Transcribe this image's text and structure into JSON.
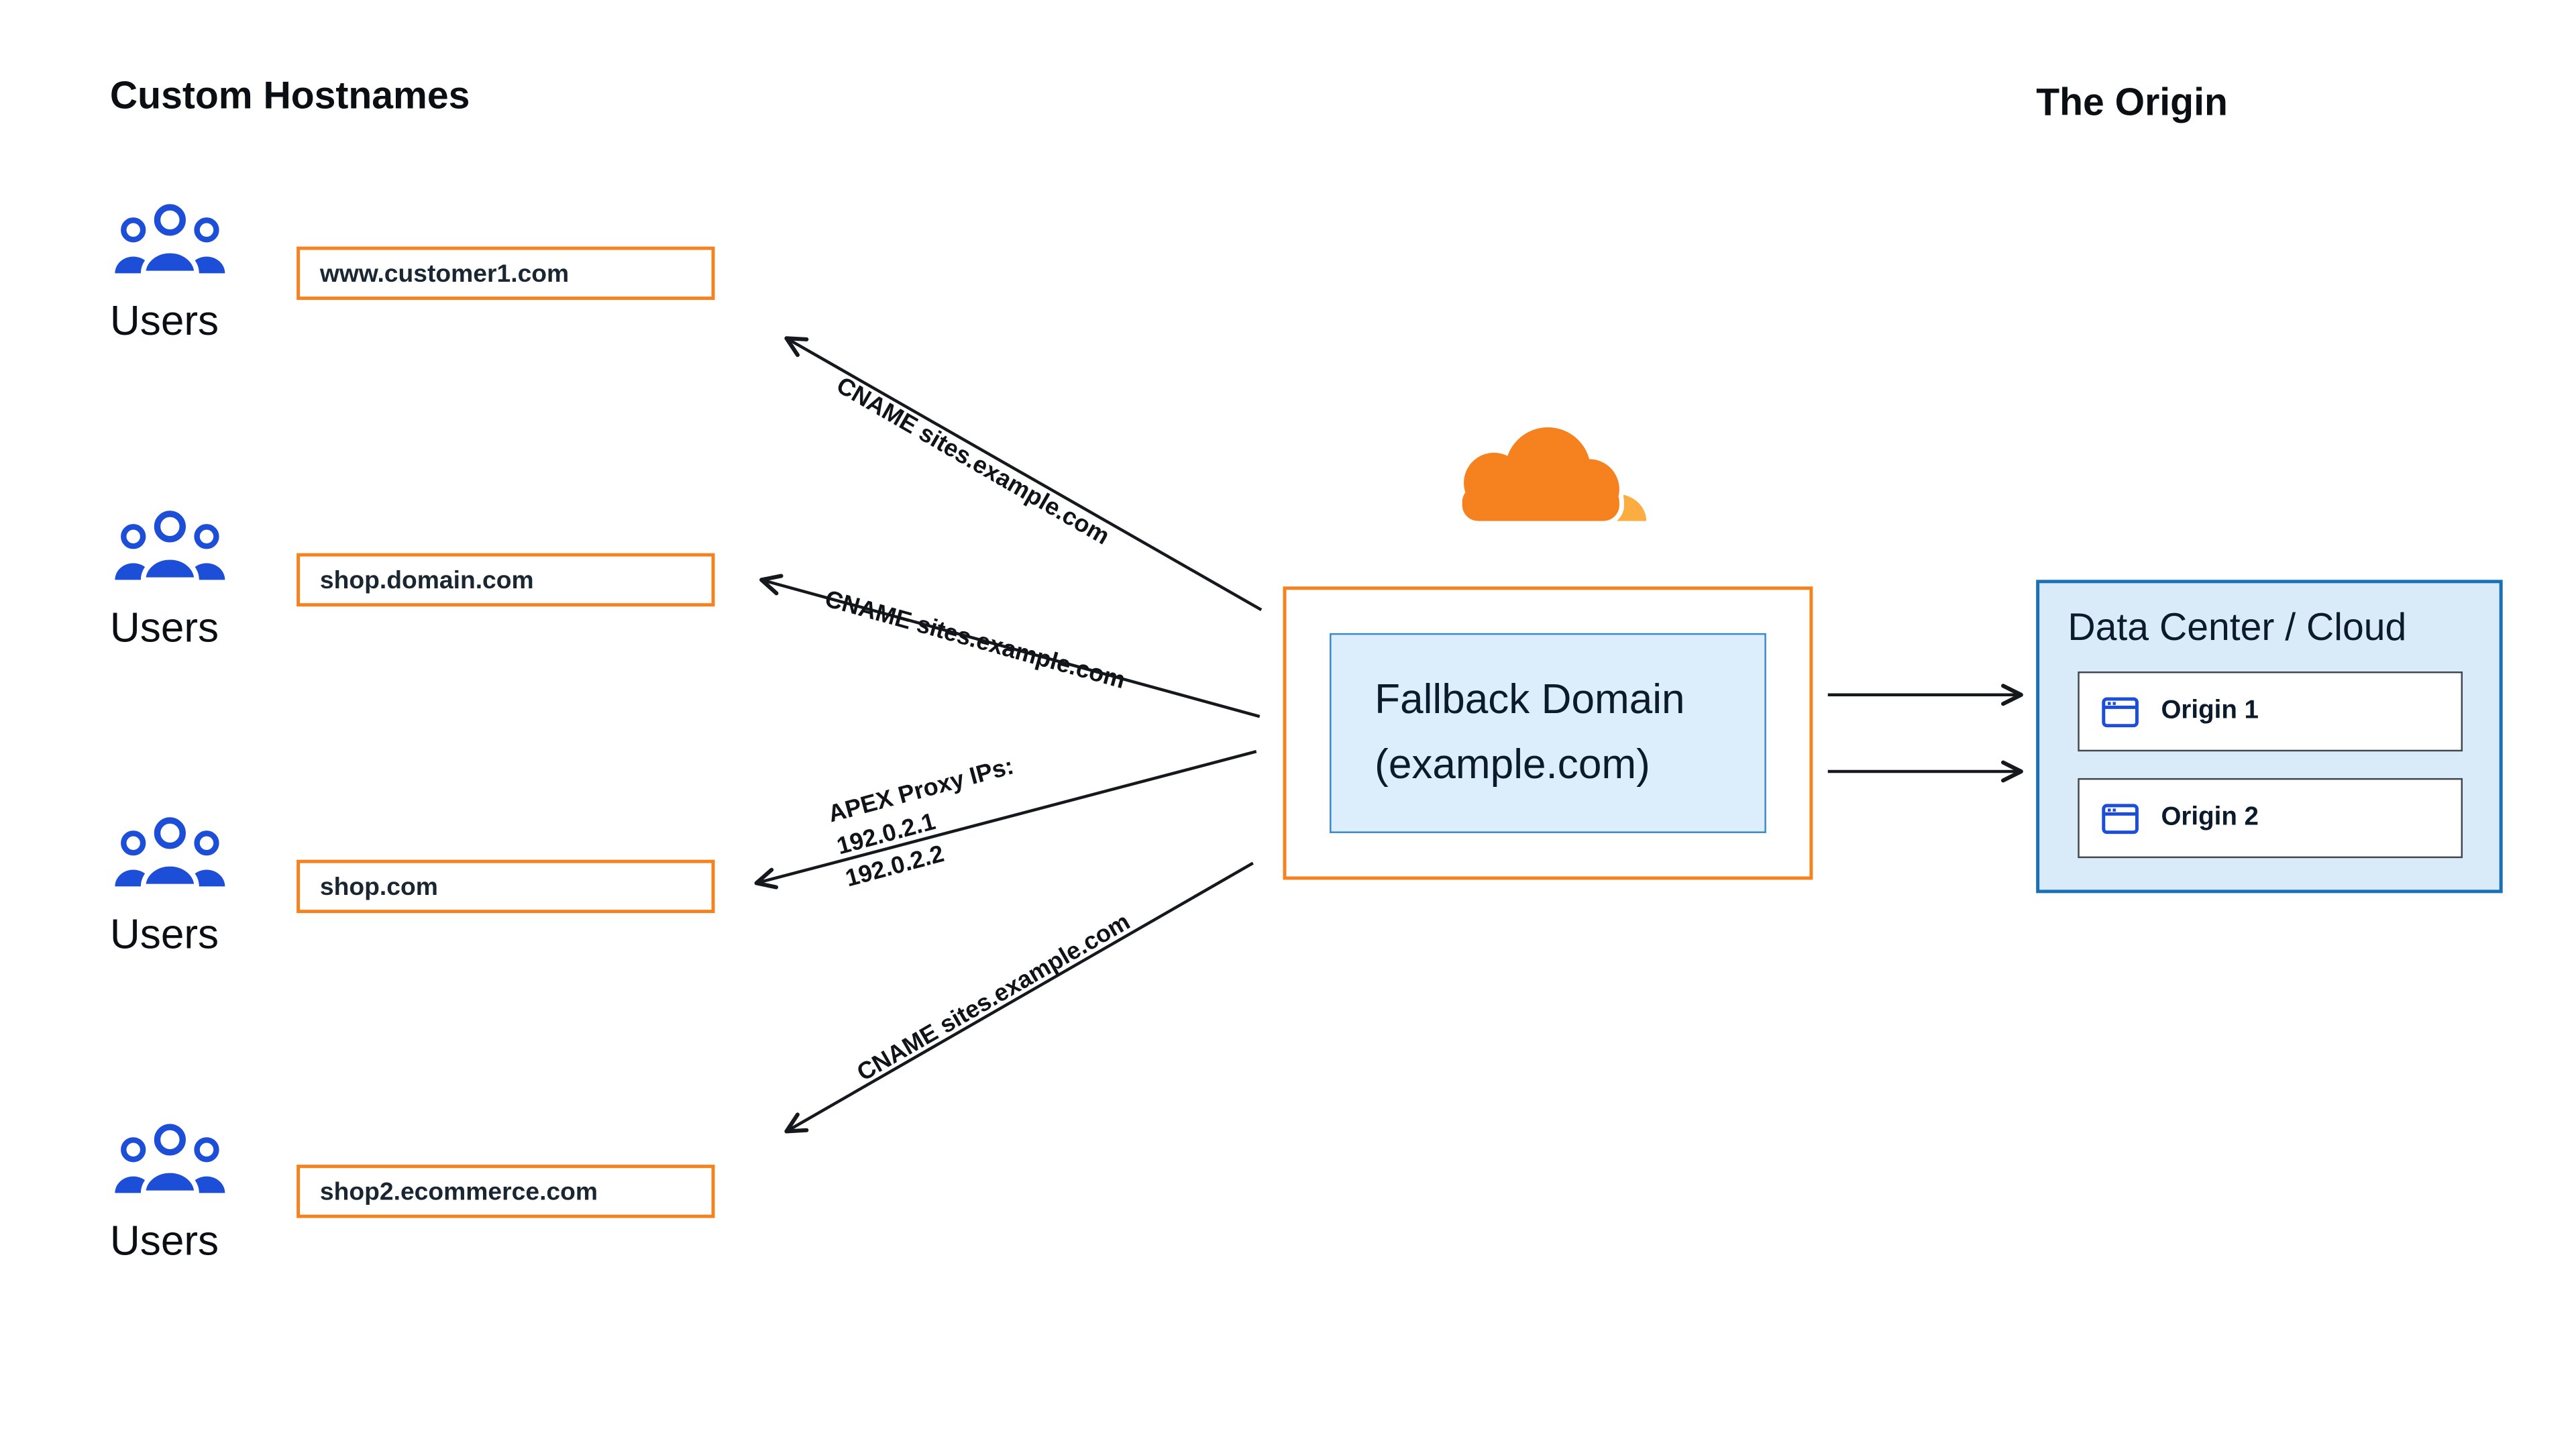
{
  "headings": {
    "custom_hostnames": "Custom Hostnames",
    "the_origin": "The Origin"
  },
  "labels": {
    "users": "Users"
  },
  "hostnames": [
    {
      "label": "www.customer1.com"
    },
    {
      "label": "shop.domain.com"
    },
    {
      "label": "shop.com"
    },
    {
      "label": "shop2.ecommerce.com"
    }
  ],
  "edges": [
    {
      "label": "CNAME sites.example.com"
    },
    {
      "label": "CNAME sites.example.com"
    },
    {
      "lines": [
        "APEX Proxy IPs:",
        "192.0.2.1",
        "192.0.2.2"
      ]
    },
    {
      "label": "CNAME sites.example.com"
    }
  ],
  "fallback": {
    "line1": "Fallback Domain",
    "line2": "(example.com)"
  },
  "origin": {
    "title": "Data Center / Cloud",
    "items": [
      {
        "label": "Origin 1"
      },
      {
        "label": "Origin 2"
      }
    ]
  },
  "icons": {
    "users": "users-group-icon",
    "origin_item": "browser-window-icon",
    "logo": "cloudflare-logo"
  },
  "colors": {
    "orange": "#F6821F",
    "orange_light": "#FBAD41",
    "icon_blue": "#1D4ED8",
    "panel_blue_border": "#1A6FB5",
    "panel_blue_fill": "#D9EAF8",
    "inner_blue_fill": "#DCEEFB",
    "inner_blue_border": "#3D89C8",
    "line": "#15181C"
  }
}
